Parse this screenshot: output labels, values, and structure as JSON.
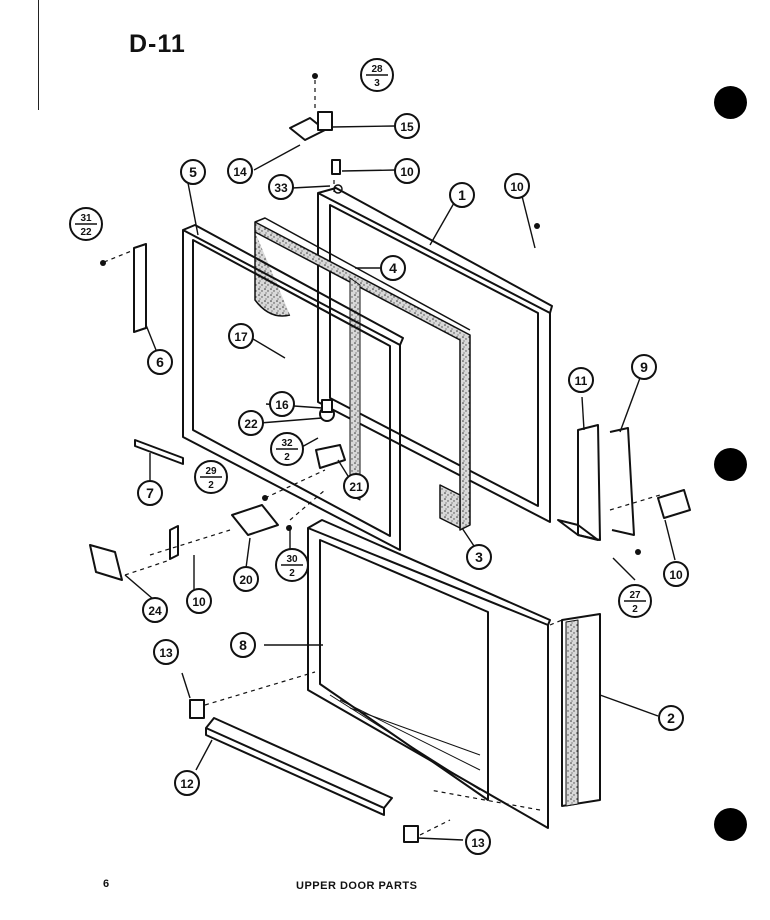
{
  "page": {
    "title": "D-11",
    "page_number": "6",
    "caption": "UPPER DOOR PARTS"
  },
  "callouts": [
    {
      "id": "c1",
      "label": "1"
    },
    {
      "id": "c2",
      "label": "2"
    },
    {
      "id": "c3",
      "label": "3"
    },
    {
      "id": "c4",
      "label": "4"
    },
    {
      "id": "c5",
      "label": "5"
    },
    {
      "id": "c6",
      "label": "6"
    },
    {
      "id": "c7",
      "label": "7"
    },
    {
      "id": "c8",
      "label": "8"
    },
    {
      "id": "c9",
      "label": "9"
    },
    {
      "id": "c10a",
      "label": "10"
    },
    {
      "id": "c10b",
      "label": "10"
    },
    {
      "id": "c10c",
      "label": "10"
    },
    {
      "id": "c10d",
      "label": "10"
    },
    {
      "id": "c11",
      "label": "11"
    },
    {
      "id": "c12",
      "label": "12"
    },
    {
      "id": "c13a",
      "label": "13"
    },
    {
      "id": "c13b",
      "label": "13"
    },
    {
      "id": "c14",
      "label": "14"
    },
    {
      "id": "c15",
      "label": "15"
    },
    {
      "id": "c16",
      "label": "16"
    },
    {
      "id": "c17",
      "label": "17"
    },
    {
      "id": "c20",
      "label": "20"
    },
    {
      "id": "c21",
      "label": "21"
    },
    {
      "id": "c22",
      "label": "22"
    },
    {
      "id": "c24",
      "label": "24"
    },
    {
      "id": "c33",
      "label": "33"
    }
  ],
  "fraction_callouts": [
    {
      "id": "f28",
      "top": "28",
      "bottom": "3"
    },
    {
      "id": "f31",
      "top": "31",
      "bottom": "22"
    },
    {
      "id": "f29",
      "top": "29",
      "bottom": "2"
    },
    {
      "id": "f32",
      "top": "32",
      "bottom": "2"
    },
    {
      "id": "f30",
      "top": "30",
      "bottom": "2"
    },
    {
      "id": "f27",
      "top": "27",
      "bottom": "2"
    }
  ]
}
